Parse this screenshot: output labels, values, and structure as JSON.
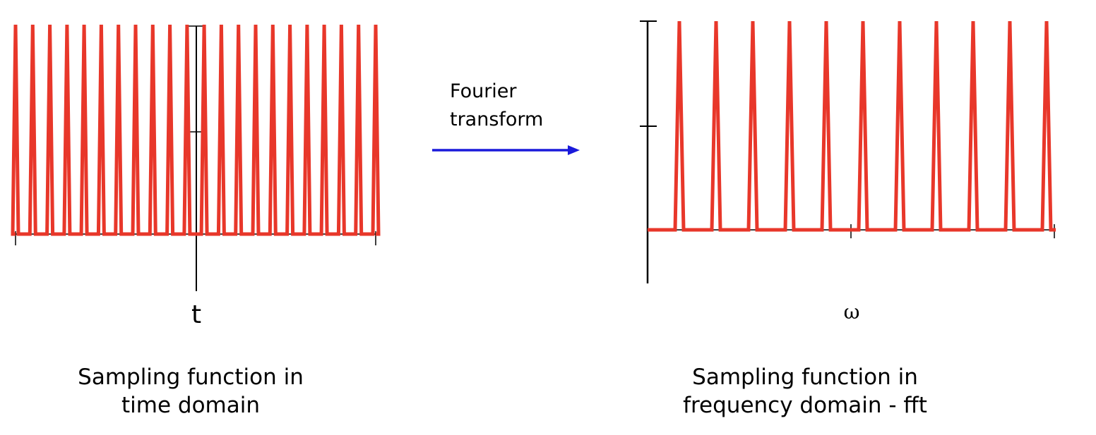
{
  "time_domain": {
    "axis_label": "t",
    "caption_lines": [
      "Sampling function in",
      "time domain"
    ],
    "pulse_count": 22,
    "pulse_color": "#e8372a"
  },
  "transform_arrow": {
    "label_lines": [
      "Fourier",
      "transform"
    ],
    "color": "#1a1adb"
  },
  "frequency_domain": {
    "axis_label": "ω",
    "caption_lines": [
      "Sampling function in",
      "frequency domain - fft"
    ],
    "pulse_count": 11,
    "pulse_color": "#e8372a"
  }
}
